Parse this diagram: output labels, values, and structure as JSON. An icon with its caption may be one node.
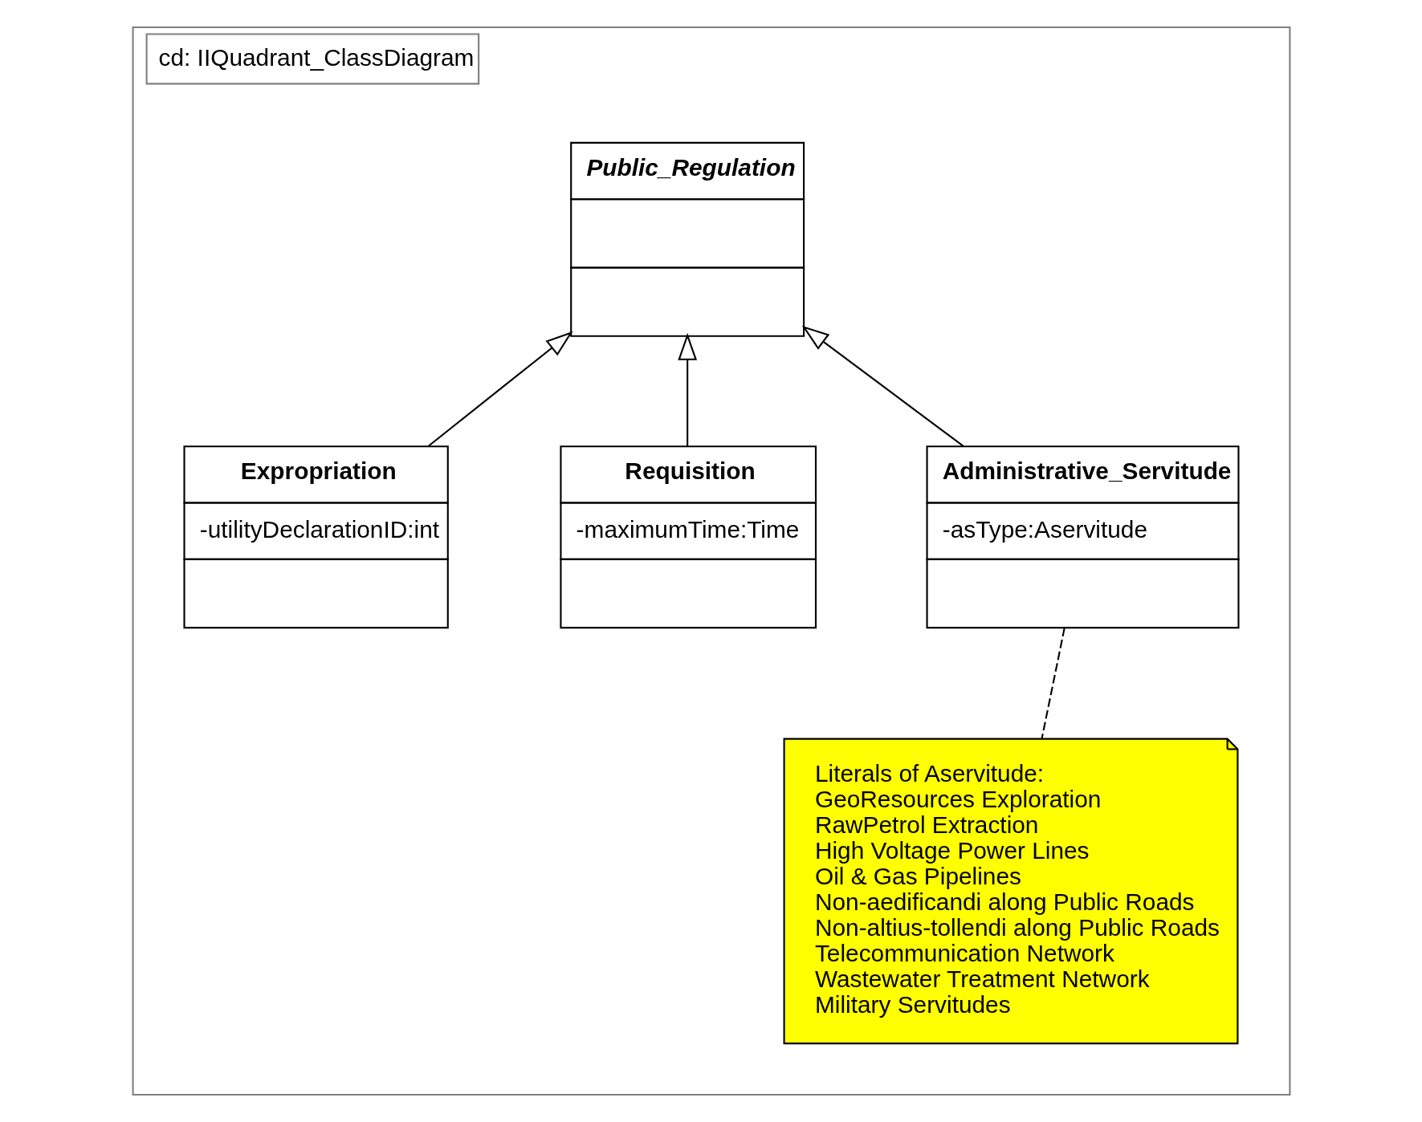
{
  "diagram": {
    "nodes": [
      {
        "text": [
          "cd: IIQuadrant_ClassDiagram"
        ]
      },
      {
        "text": [
          "Public_Regulation"
        ],
        "in": 0
      },
      {
        "text": [
          "Expropriation",
          "-utilityDeclarationID:int"
        ],
        "in": 0
      },
      {
        "text": [
          "Requisition",
          "-maximumTime:Time"
        ],
        "in": 0
      },
      {
        "text": [
          "Administrative_Servitude",
          "-asType:Aservitude"
        ],
        "in": 0
      },
      {
        "text": [
          "Literals of Aservitude:",
          "GeoResources Exploration",
          "RawPetrol Extraction",
          "High Voltage Power Lines",
          "Oil & Gas Pipelines",
          "Non-aedificandi along Public Roads",
          "Non-altius-tollendi along Public Roads",
          "Telecommunication Network",
          "Wastewater Treatment Network",
          "Military Servitudes"
        ],
        "in": 0
      }
    ],
    "edges": [
      {
        "from": 2,
        "to": 1,
        "arrow": "to"
      },
      {
        "from": 3,
        "to": 1,
        "arrow": "to"
      },
      {
        "from": 4,
        "to": 1,
        "arrow": "to"
      },
      {
        "from": 4,
        "to": 5,
        "arrow": "none",
        "style": "dashed"
      }
    ]
  }
}
